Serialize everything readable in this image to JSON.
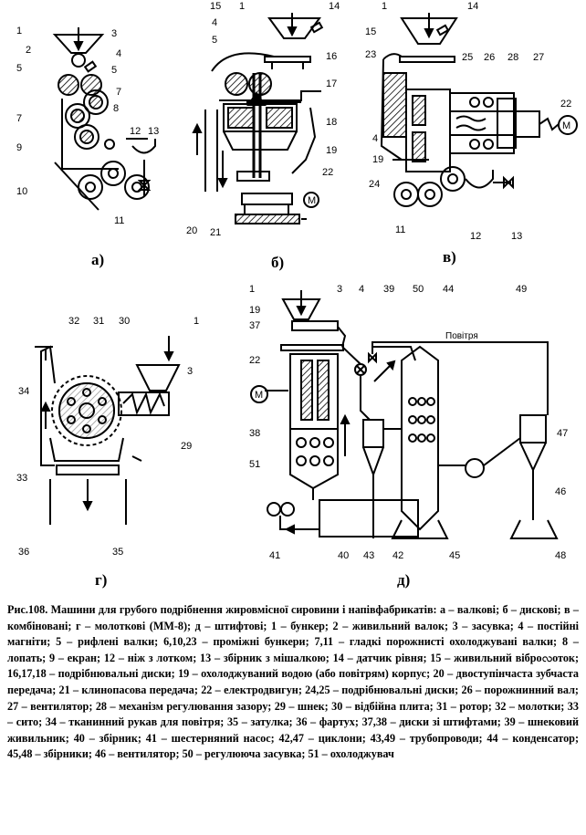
{
  "figure": {
    "panels": [
      {
        "id": "a",
        "label": "а)",
        "numbers": [
          "1",
          "2",
          "3",
          "4",
          "5",
          "5",
          "7",
          "7",
          "8",
          "9",
          "10",
          "11",
          "12",
          "13"
        ]
      },
      {
        "id": "b",
        "label": "б)",
        "numbers": [
          "1",
          "4",
          "5",
          "14",
          "15",
          "16",
          "17",
          "18",
          "19",
          "20",
          "21",
          "22"
        ]
      },
      {
        "id": "v",
        "label": "в)",
        "numbers": [
          "1",
          "4",
          "11",
          "12",
          "13",
          "14",
          "15",
          "19",
          "22",
          "23",
          "24",
          "25",
          "26",
          "27",
          "28"
        ]
      },
      {
        "id": "g",
        "label": "г)",
        "numbers": [
          "1",
          "3",
          "29",
          "30",
          "31",
          "32",
          "33",
          "34",
          "35",
          "36"
        ]
      },
      {
        "id": "d",
        "label": "д)",
        "numbers": [
          "1",
          "3",
          "4",
          "19",
          "22",
          "37",
          "38",
          "39",
          "40",
          "41",
          "42",
          "43",
          "44",
          "45",
          "46",
          "47",
          "48",
          "49",
          "50",
          "51"
        ]
      }
    ],
    "air_label": "Повітря",
    "motor_symbol": "М"
  },
  "caption": "Рис.108. Машини для грубого подрібнення жировмісної сировини і напівфабрикатів: а – валкові; б – дискові; в – комбіновані; г – молоткові (ММ-8); д – штифтові; 1 – бункер; 2 – живильний валок; 3 – засувка; 4 – постійні магніти; 5 – рифлені валки; 6,10,23 – проміжні бункери; 7,11 – гладкі порожнисті охолоджувані валки; 8 – лопать; 9 – екран; 12 – ніж з лотком; 13 – збірник з мішалкою; 14 – датчик рівня; 15 – живильний віброလоток; 16,17,18 – подрібнювальні диски; 19 – охолоджуваний водою (або повітрям) корпус; 20 – двоступінчаста зубчаста передача; 21 – клинопасова передача; 22 – електродвигун; 24,25 – подрібнювальні диски; 26 – порожнинний вал; 27 – вентилятор; 28 – механізм регулювання зазору; 29 – шнек; 30 – відбійна плита; 31 – ротор; 32 – молотки; 33 – сито; 34 – тканинний рукав для повітря; 35 – затулка; 36 – фартух; 37,38 – диски зі штифтами; 39 – шнековий живильник; 40 – збірник; 41 – шестерняний насос; 42,47 – циклони; 43,49 – трубопроводи; 44 – конденсатор; 45,48 – збірники; 46 – вентилятор; 50 – регулююча засувка; 51 – охолоджувач"
}
